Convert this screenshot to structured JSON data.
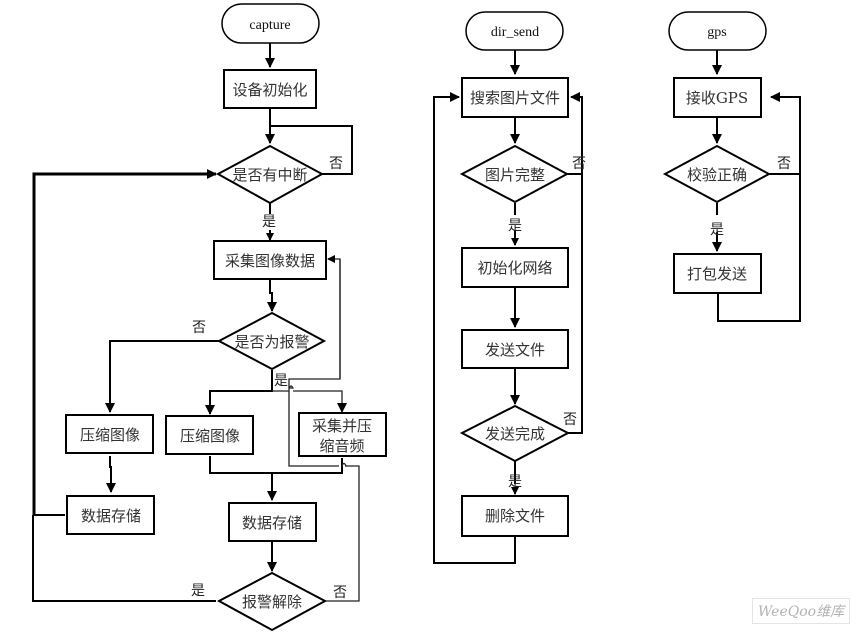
{
  "flowcharts": {
    "capture": {
      "start": "capture",
      "init": "设备初始化",
      "check_interrupt": "是否有中断",
      "acquire_image": "采集图像数据",
      "check_alarm": "是否为报警",
      "compress_image_normal": "压缩图像",
      "store_normal": "数据存储",
      "compress_image_alarm": "压缩图像",
      "acquire_audio_line1": "采集并压",
      "acquire_audio_line2": "缩音频",
      "store_alarm": "数据存储",
      "alarm_cleared": "报警解除",
      "labels": {
        "interrupt_no": "否",
        "interrupt_yes": "是",
        "alarm_no": "否",
        "alarm_yes": "是",
        "cleared_yes": "是",
        "cleared_no": "否"
      }
    },
    "dir_send": {
      "start": "dir_send",
      "search_files": "搜索图片文件",
      "image_complete": "图片完整",
      "init_network": "初始化网络",
      "send_file": "发送文件",
      "send_complete": "发送完成",
      "delete_file": "删除文件",
      "labels": {
        "complete_no": "否",
        "complete_yes": "是",
        "sent_no": "否",
        "sent_yes": "是"
      }
    },
    "gps": {
      "start": "gps",
      "receive_gps": "接收GPS",
      "verify": "校验正确",
      "pack_send": "打包发送",
      "labels": {
        "verify_no": "否",
        "verify_yes": "是"
      }
    }
  },
  "watermark": "WeeQoo维库"
}
